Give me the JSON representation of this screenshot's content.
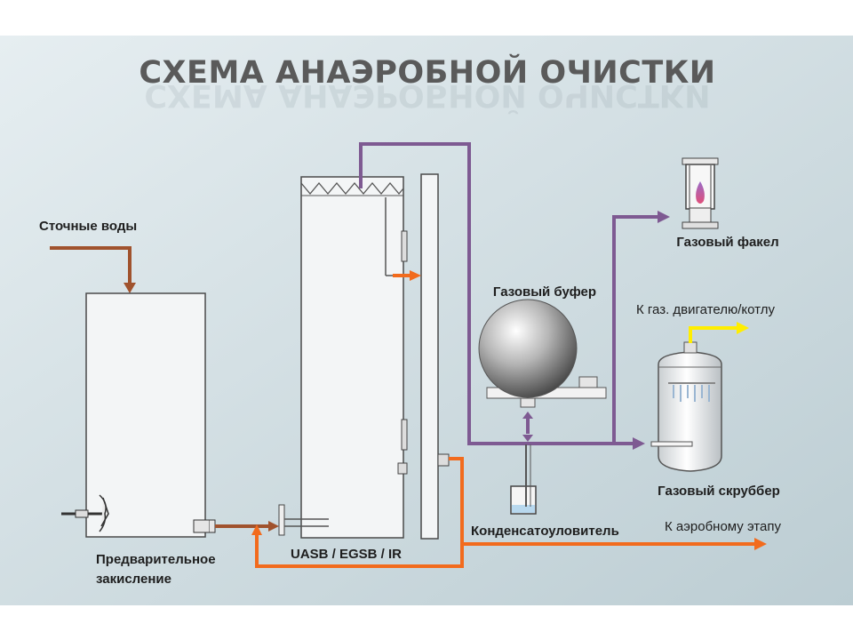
{
  "title": "СХЕМА АНАЭРОБНОЙ ОЧИСТКИ",
  "labels": {
    "wastewater": "Сточные воды",
    "preacid_line1": "Предварительное",
    "preacid_line2": "закисление",
    "reactor": "UASB / EGSB / IR",
    "gas_buffer": "Газовый буфер",
    "gas_flare": "Газовый факел",
    "to_engine": "К газ. двигателю/котлу",
    "gas_scrubber": "Газовый скруббер",
    "condensate_trap": "Конденсатоуловитель",
    "to_aerobic": "К аэробному этапу"
  },
  "colors": {
    "background_light": "#e6eef1",
    "background_dark": "#bccdd3",
    "water_pipe": "#a0522d",
    "effluent_pipe": "#f26b1d",
    "gas_pipe": "#7e5a92",
    "clean_gas_pipe": "#ffee00",
    "vessel_fill": "#f3f5f6",
    "vessel_stroke": "#4a4a4a"
  },
  "icons": [
    "mixer-icon",
    "flame-icon",
    "arrow-icon"
  ]
}
